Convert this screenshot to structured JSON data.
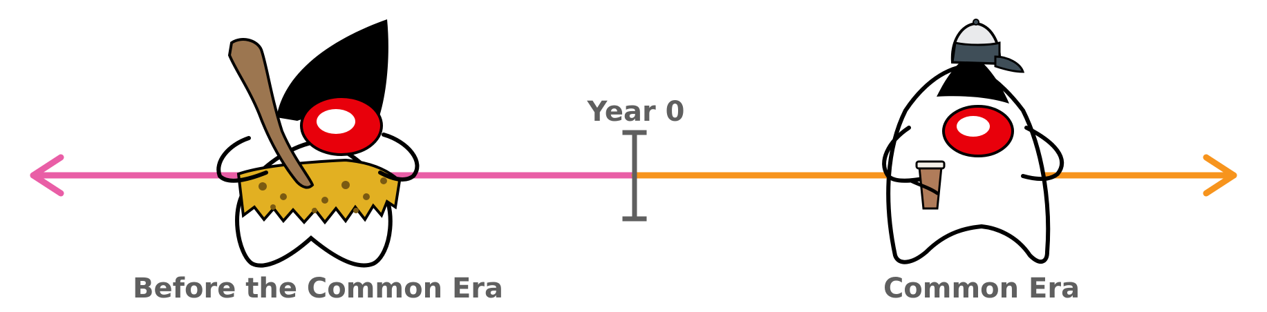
{
  "timeline": {
    "marker_label": "Year 0",
    "left_era_label": "Before the Common Era",
    "right_era_label": "Common Era"
  },
  "colors": {
    "past_line": "#e95ea6",
    "future_line": "#f7941d",
    "marker": "#5f5f5f",
    "text": "#5f5f5f",
    "mascot_nose": "#e8000b",
    "mascot_head": "#000000",
    "club": "#9c7650",
    "fur_tunic": "#e2b022",
    "cap_crown": "#e9eaec",
    "cap_front": "#3f4e58",
    "coffee_cup": "#b07c5a"
  },
  "illustrations": {
    "left_figure": "caveman-duke-mascot",
    "right_figure": "modern-duke-mascot-with-coffee"
  }
}
